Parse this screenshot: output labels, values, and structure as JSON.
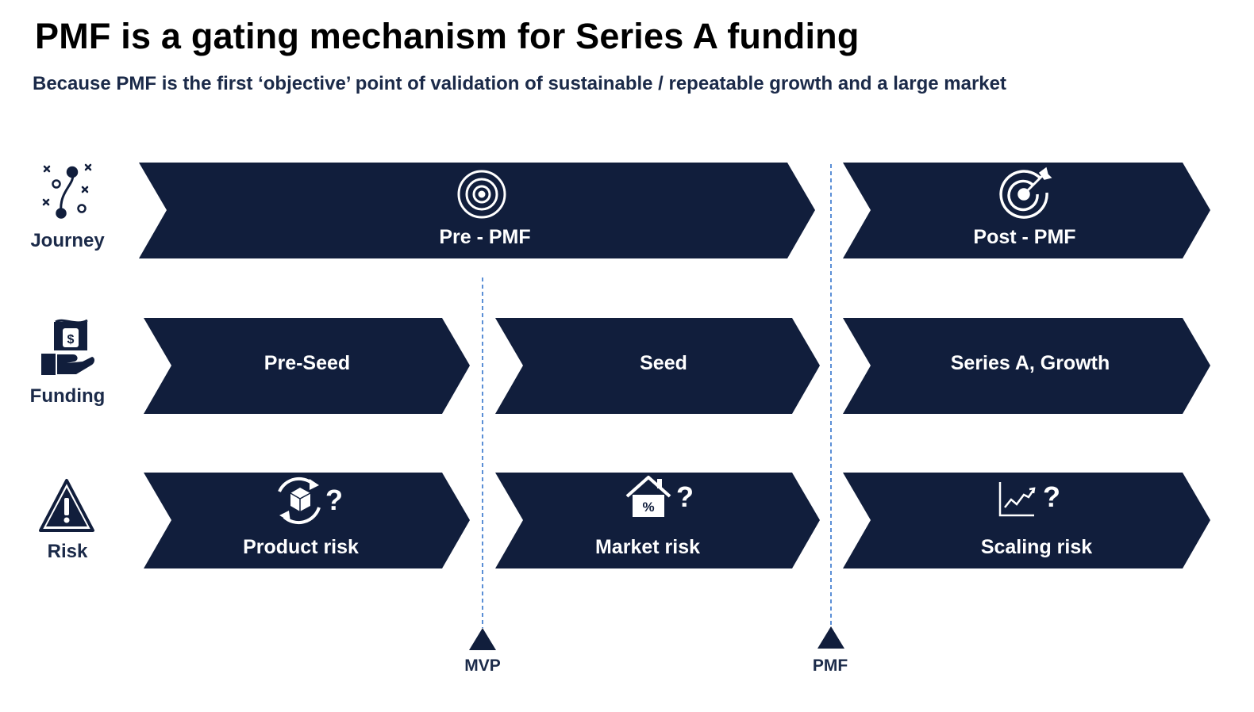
{
  "title": "PMF is a gating mechanism for Series A funding",
  "subtitle": "Because PMF is the first ‘objective’ point of validation of sustainable / repeatable growth and a large market",
  "colors": {
    "navy": "#111e3c",
    "label": "#1b2a49",
    "divider": "#5b8fd6"
  },
  "rows": {
    "journey": {
      "label": "Journey",
      "icon": "strategy-play-icon",
      "stages": [
        {
          "label": "Pre - PMF",
          "icon": "target-icon"
        },
        {
          "label": "Post - PMF",
          "icon": "target-arrow-icon"
        }
      ]
    },
    "funding": {
      "label": "Funding",
      "icon": "money-hand-icon",
      "stages": [
        {
          "label": "Pre-Seed"
        },
        {
          "label": "Seed"
        },
        {
          "label": "Series A, Growth"
        }
      ]
    },
    "risk": {
      "label": "Risk",
      "icon": "warning-icon",
      "stages": [
        {
          "label": "Product risk",
          "icon": "product-cycle-icon",
          "mark": "?"
        },
        {
          "label": "Market risk",
          "icon": "house-percent-icon",
          "mark": "?"
        },
        {
          "label": "Scaling risk",
          "icon": "growth-chart-icon",
          "mark": "?"
        }
      ]
    }
  },
  "markers": [
    {
      "label": "MVP"
    },
    {
      "label": "PMF"
    }
  ]
}
